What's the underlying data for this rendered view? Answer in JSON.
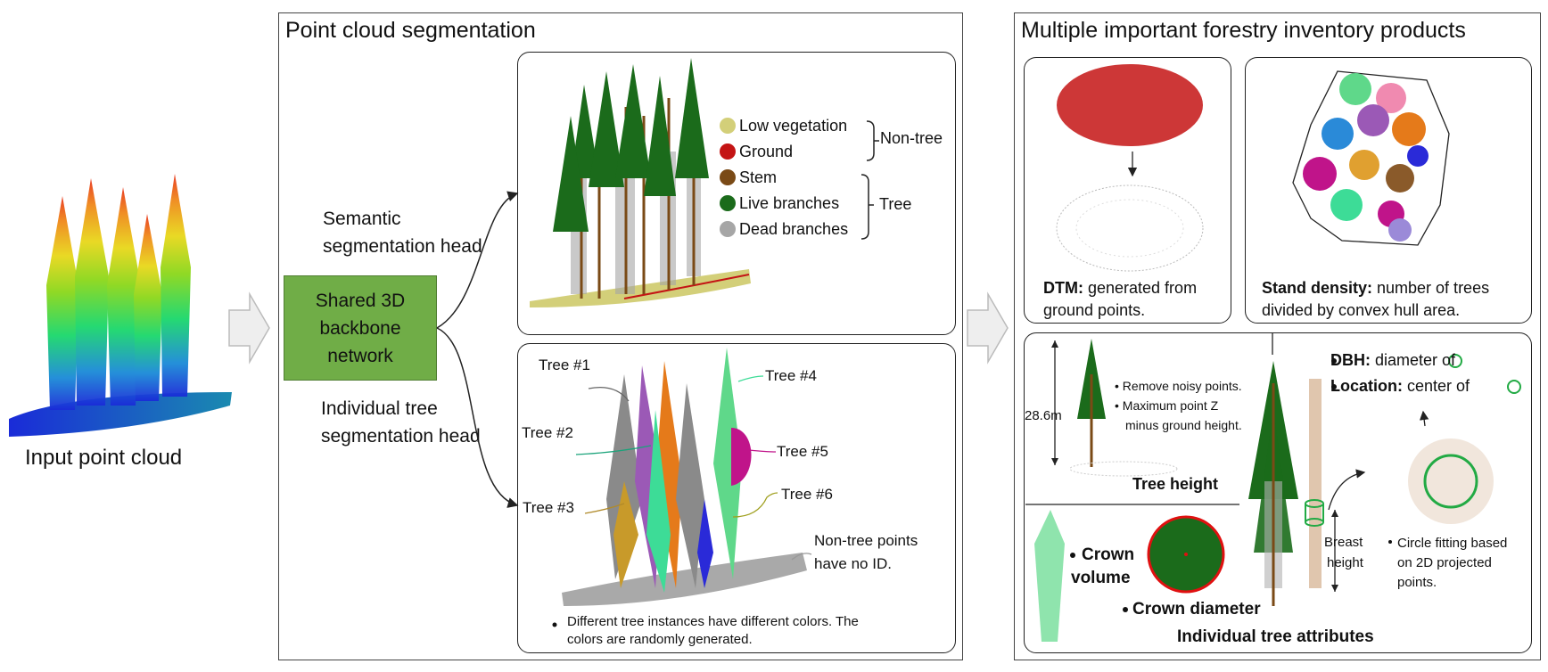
{
  "input": {
    "label": "Input point cloud"
  },
  "segmentation": {
    "title": "Point cloud segmentation",
    "backbone": "Shared 3D backbone network",
    "semantic_head": [
      "Semantic",
      "segmentation head"
    ],
    "instance_head": [
      "Individual tree",
      "segmentation head"
    ],
    "legend": [
      {
        "label": "Low vegetation",
        "color": "#d3cf79"
      },
      {
        "label": "Ground",
        "color": "#c41414"
      },
      {
        "label": "Stem",
        "color": "#7a4a16"
      },
      {
        "label": "Live branches",
        "color": "#1b6b1b"
      },
      {
        "label": "Dead branches",
        "color": "#a6a6a6"
      }
    ],
    "groups": {
      "non_tree": "Non-tree",
      "tree": "Tree"
    },
    "tree_ids": {
      "t1": "Tree #1",
      "t2": "Tree #2",
      "t3": "Tree #3",
      "t4": "Tree #4",
      "t5": "Tree #5",
      "t6": "Tree #6"
    },
    "non_tree_note": [
      "Non-tree points",
      "have no ID."
    ],
    "instance_note": [
      "Different tree instances have different colors. The",
      "colors are randomly generated."
    ]
  },
  "products": {
    "title": "Multiple important forestry inventory products",
    "dtm": {
      "bold": "DTM:",
      "text": " generated from",
      "line2": "ground points."
    },
    "density": {
      "bold": "Stand density:",
      "text": "  number of trees",
      "line2": "divided by convex hull area."
    },
    "height": {
      "value": "28.6m",
      "notes": [
        "Remove noisy points.",
        "Maximum point Z",
        "minus ground height."
      ],
      "caption": "Tree height"
    },
    "dbh": {
      "bold": "DBH:",
      "text": " diameter of"
    },
    "location": {
      "bold": "Location:",
      "text": " center of"
    },
    "breast": [
      "Breast",
      "height"
    ],
    "circle_note": [
      "Circle fitting based",
      "on 2D projected",
      "points."
    ],
    "crown_volume": [
      "Crown",
      "volume"
    ],
    "crown_diameter": "Crown diameter",
    "caption": "Individual tree attributes"
  },
  "colors": {
    "backbone_fill": "#70ad47",
    "backbone_border": "#507e32",
    "fit_circle": "#22aa44",
    "crown_circle": "#e01010"
  }
}
